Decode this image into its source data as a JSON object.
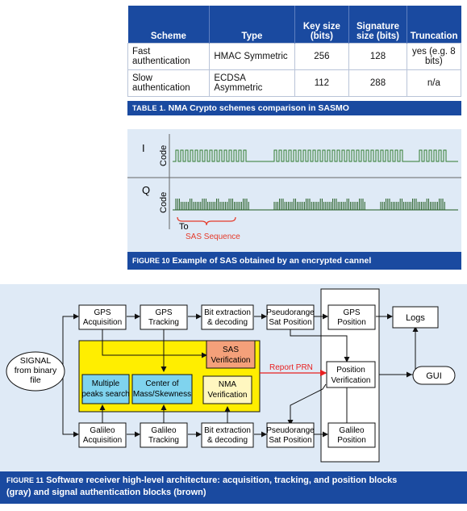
{
  "table1": {
    "headers": [
      "Scheme",
      "Type",
      "Key size (bits)",
      "Signature size (bits)",
      "Truncation"
    ],
    "rows": [
      [
        "Fast authentication",
        "HMAC Symmetric",
        "256",
        "128",
        "yes (e.g. 8 bits)"
      ],
      [
        "Slow authentication",
        "ECDSA Asymmetric",
        "112",
        "288",
        "n/a"
      ]
    ],
    "caption_label": "TABLE 1.",
    "caption_text": "NMA Crypto schemes comparison in SASMO"
  },
  "figure10": {
    "i_label": "I",
    "q_label": "Q",
    "code_label": "Code",
    "to_label": "To",
    "sas_label": "SAS Sequence",
    "caption_label": "FIGURE 10",
    "caption_text": "Example of SAS obtained by an encrypted cannel"
  },
  "figure11": {
    "signal_line1": "SIGNAL",
    "signal_line2": "from binary",
    "signal_line3": "file",
    "gps_acq_1": "GPS",
    "gps_acq_2": "Acquisition",
    "gps_trk_1": "GPS",
    "gps_trk_2": "Tracking",
    "bit_ext_1": "Bit extraction",
    "bit_ext_2": "& decoding",
    "pseudo_1": "Pseudorange",
    "pseudo_2": "Sat Position",
    "gps_pos_1": "GPS",
    "gps_pos_2": "Position",
    "logs": "Logs",
    "gui": "GUI",
    "sas_ver_1": "SAS",
    "sas_ver_2": "Verification",
    "report_prn": "Report PRN",
    "pos_ver_1": "Position",
    "pos_ver_2": "Verification",
    "mps_1": "Multiple",
    "mps_2": "peaks search",
    "com_1": "Center of",
    "com_2": "Mass/Skewness",
    "nma_1": "NMA",
    "nma_2": "Verification",
    "gal_acq_1": "Galileo",
    "gal_acq_2": "Acquisition",
    "gal_trk_1": "Galileo",
    "gal_trk_2": "Tracking",
    "gal_pos_1": "Galileo",
    "gal_pos_2": "Position",
    "caption_label": "FIGURE 11",
    "caption_line1": "Software receiver high-level architecture: acquisition, tracking, and position blocks",
    "caption_line2": "(gray) and signal authentication blocks (brown)"
  }
}
